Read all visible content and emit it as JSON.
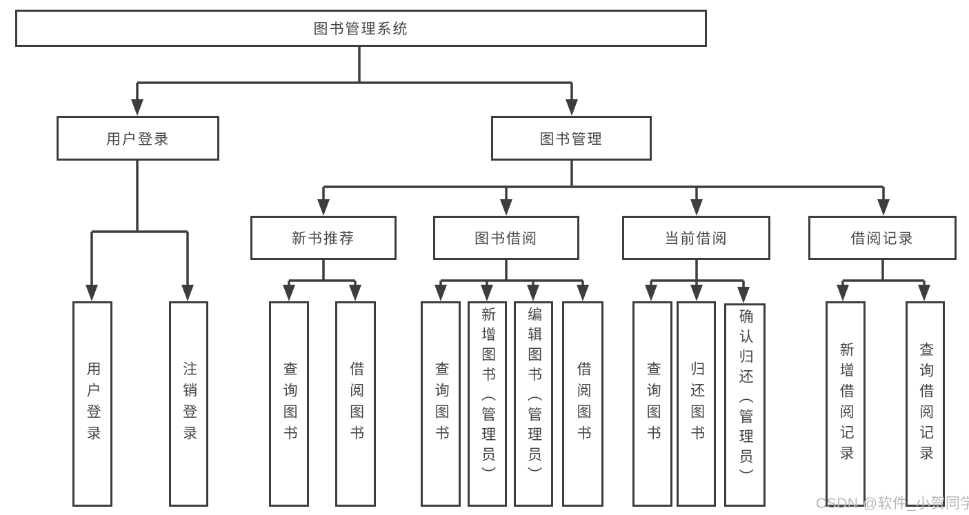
{
  "nodes": {
    "root": {
      "label": "图书管理系统"
    },
    "user_login": {
      "label": "用户登录"
    },
    "book_mgmt": {
      "label": "图书管理"
    },
    "login_leaf": {
      "label": "用户登录"
    },
    "logout_leaf": {
      "label": "注销登录"
    },
    "new_book_rec": {
      "label": "新书推荐"
    },
    "book_borrow": {
      "label": "图书借阅"
    },
    "current_borrow": {
      "label": "当前借阅"
    },
    "borrow_records": {
      "label": "借阅记录"
    },
    "nb_query_books": {
      "label": "查询图书"
    },
    "nb_borrow_books": {
      "label": "借阅图书"
    },
    "bb_query_books": {
      "label": "查询图书"
    },
    "bb_add_books": {
      "label": "新增图书（管理员）"
    },
    "bb_edit_books": {
      "label": "编辑图书（管理员）"
    },
    "bb_borrow_books": {
      "label": "借阅图书"
    },
    "cb_query_books": {
      "label": "查询图书"
    },
    "cb_return_books": {
      "label": "归还图书"
    },
    "cb_confirm_return": {
      "label": "确认归还（管理员）"
    },
    "br_add_record": {
      "label": "新增借阅记录"
    },
    "br_query_record": {
      "label": "查询借阅记录"
    }
  },
  "watermark": {
    "text": "CSDN @软件_小贺同学"
  },
  "colors": {
    "line": "#3d3d3d",
    "text": "#454545",
    "background": "#ffffff",
    "watermark": "#b8b8b8"
  }
}
